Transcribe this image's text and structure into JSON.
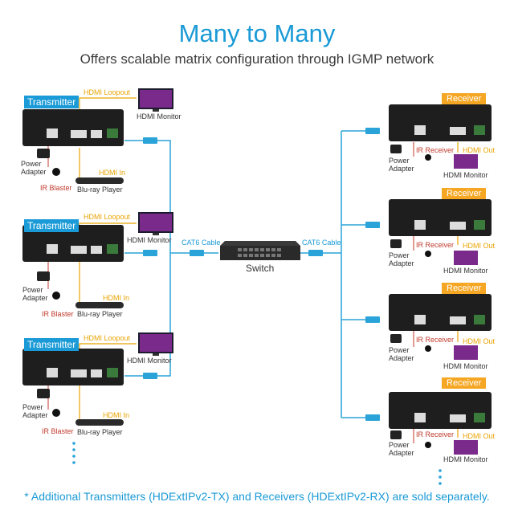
{
  "header": {
    "title": "Many to Many",
    "subtitle": "Offers scalable matrix configuration through IGMP network"
  },
  "transmitters": [
    {
      "badge": "Transmitter",
      "loopout": "HDMI Loopout",
      "monitor": "HDMI Monitor",
      "hdmi_in": "HDMI In",
      "power": [
        "Power",
        "Adapter"
      ],
      "ir": "IR Blaster",
      "player": "Blu-ray Player"
    },
    {
      "badge": "Transmitter",
      "loopout": "HDMI Loopout",
      "monitor": "HDMI Monitor",
      "hdmi_in": "HDMI In",
      "power": [
        "Power",
        "Adapter"
      ],
      "ir": "IR Blaster",
      "player": "Blu-ray Player"
    },
    {
      "badge": "Transmitter",
      "loopout": "HDMI Loopout",
      "monitor": "HDMI Monitor",
      "hdmi_in": "HDMI In",
      "power": [
        "Power",
        "Adapter"
      ],
      "ir": "IR Blaster",
      "player": "Blu-ray Player"
    }
  ],
  "receivers": [
    {
      "badge": "Receiver",
      "power": [
        "Power",
        "Adapter"
      ],
      "ir": "IR Receiver",
      "hdmi_out": "HDMI Out",
      "monitor": "HDMI Monitor"
    },
    {
      "badge": "Receiver",
      "power": [
        "Power",
        "Adapter"
      ],
      "ir": "IR Receiver",
      "hdmi_out": "HDMI Out",
      "monitor": "HDMI Monitor"
    },
    {
      "badge": "Receiver",
      "power": [
        "Power",
        "Adapter"
      ],
      "ir": "IR Receiver",
      "hdmi_out": "HDMI Out",
      "monitor": "HDMI Monitor"
    },
    {
      "badge": "Receiver",
      "power": [
        "Power",
        "Adapter"
      ],
      "ir": "IR Receiver",
      "hdmi_out": "HDMI Out",
      "monitor": "HDMI Monitor"
    }
  ],
  "cable_left": "CAT6 Cable",
  "cable_right": "CAT6 Cable",
  "switch_label": "Switch",
  "footnote": "* Additional Transmitters (HDExtIPv2-TX) and Receivers (HDExtIPv2-RX) are sold separately.",
  "colors": {
    "accent": "#1a9ad6",
    "receiver": "#f5a623",
    "hdmi_line": "#e8a300",
    "ir": "#c0392b",
    "device": "#1e1e1e"
  }
}
